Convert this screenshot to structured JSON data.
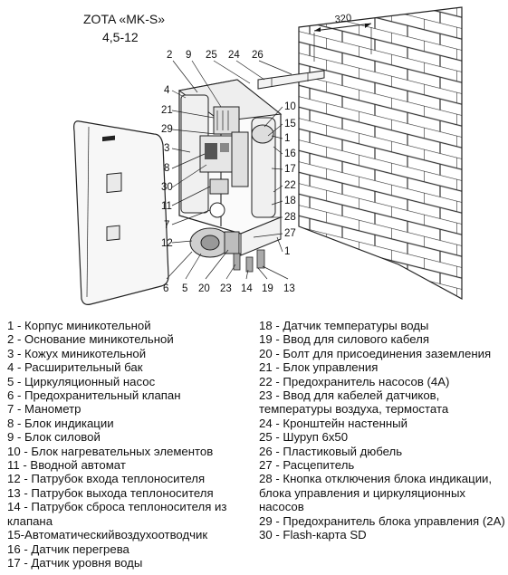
{
  "title": {
    "line1": "ZOTA «MK-S»",
    "line2": "4,5-12"
  },
  "dimension": "320",
  "callouts": {
    "top": [
      "2",
      "9",
      "25",
      "24",
      "26"
    ],
    "left": [
      "4",
      "21",
      "29",
      "3",
      "8",
      "30",
      "11",
      "7",
      "12"
    ],
    "right": [
      "10",
      "15",
      "1",
      "16",
      "17",
      "22",
      "18",
      "28",
      "27",
      "1"
    ],
    "bottom": [
      "6",
      "5",
      "20",
      "23",
      "14",
      "19",
      "13"
    ]
  },
  "legend_left": [
    "1 - Корпус миникотельной",
    "2 - Основание миникотельной",
    "3 - Кожух миникотельной",
    "4 - Расширительный бак",
    "5 - Циркуляционный насос",
    "6 - Предохранительный клапан",
    "7 - Манометр",
    "8 - Блок индикации",
    "9 - Блок силовой",
    "10 - Блок нагревательных элементов",
    "11 - Вводной автомат",
    "12 - Патрубок входа теплоносителя",
    "13 - Патрубок выхода теплоносителя",
    "14 - Патрубок сброса теплоносителя из клапана",
    "15-Автоматическийвоздухоотводчик",
    "16 - Датчик перегрева",
    "17 - Датчик уровня воды"
  ],
  "legend_right": [
    "18 - Датчик температуры воды",
    "19 - Ввод для силового кабеля",
    "20 - Болт для присоединения заземления",
    "21 - Блок управления",
    "22 - Предохранитель насосов (4А)",
    "23 - Ввод для кабелей датчиков, температуры воздуха, термостата",
    "24 - Кронштейн настенный",
    "25 - Шуруп 6х50",
    "26 - Пластиковый дюбель",
    "27 - Расцепитель",
    "28 - Кнопка отключения блока индикации, блока управления и циркуляционных насосов",
    "29 - Предохранитель блока управления (2А)",
    "30 - Flash-карта SD"
  ]
}
